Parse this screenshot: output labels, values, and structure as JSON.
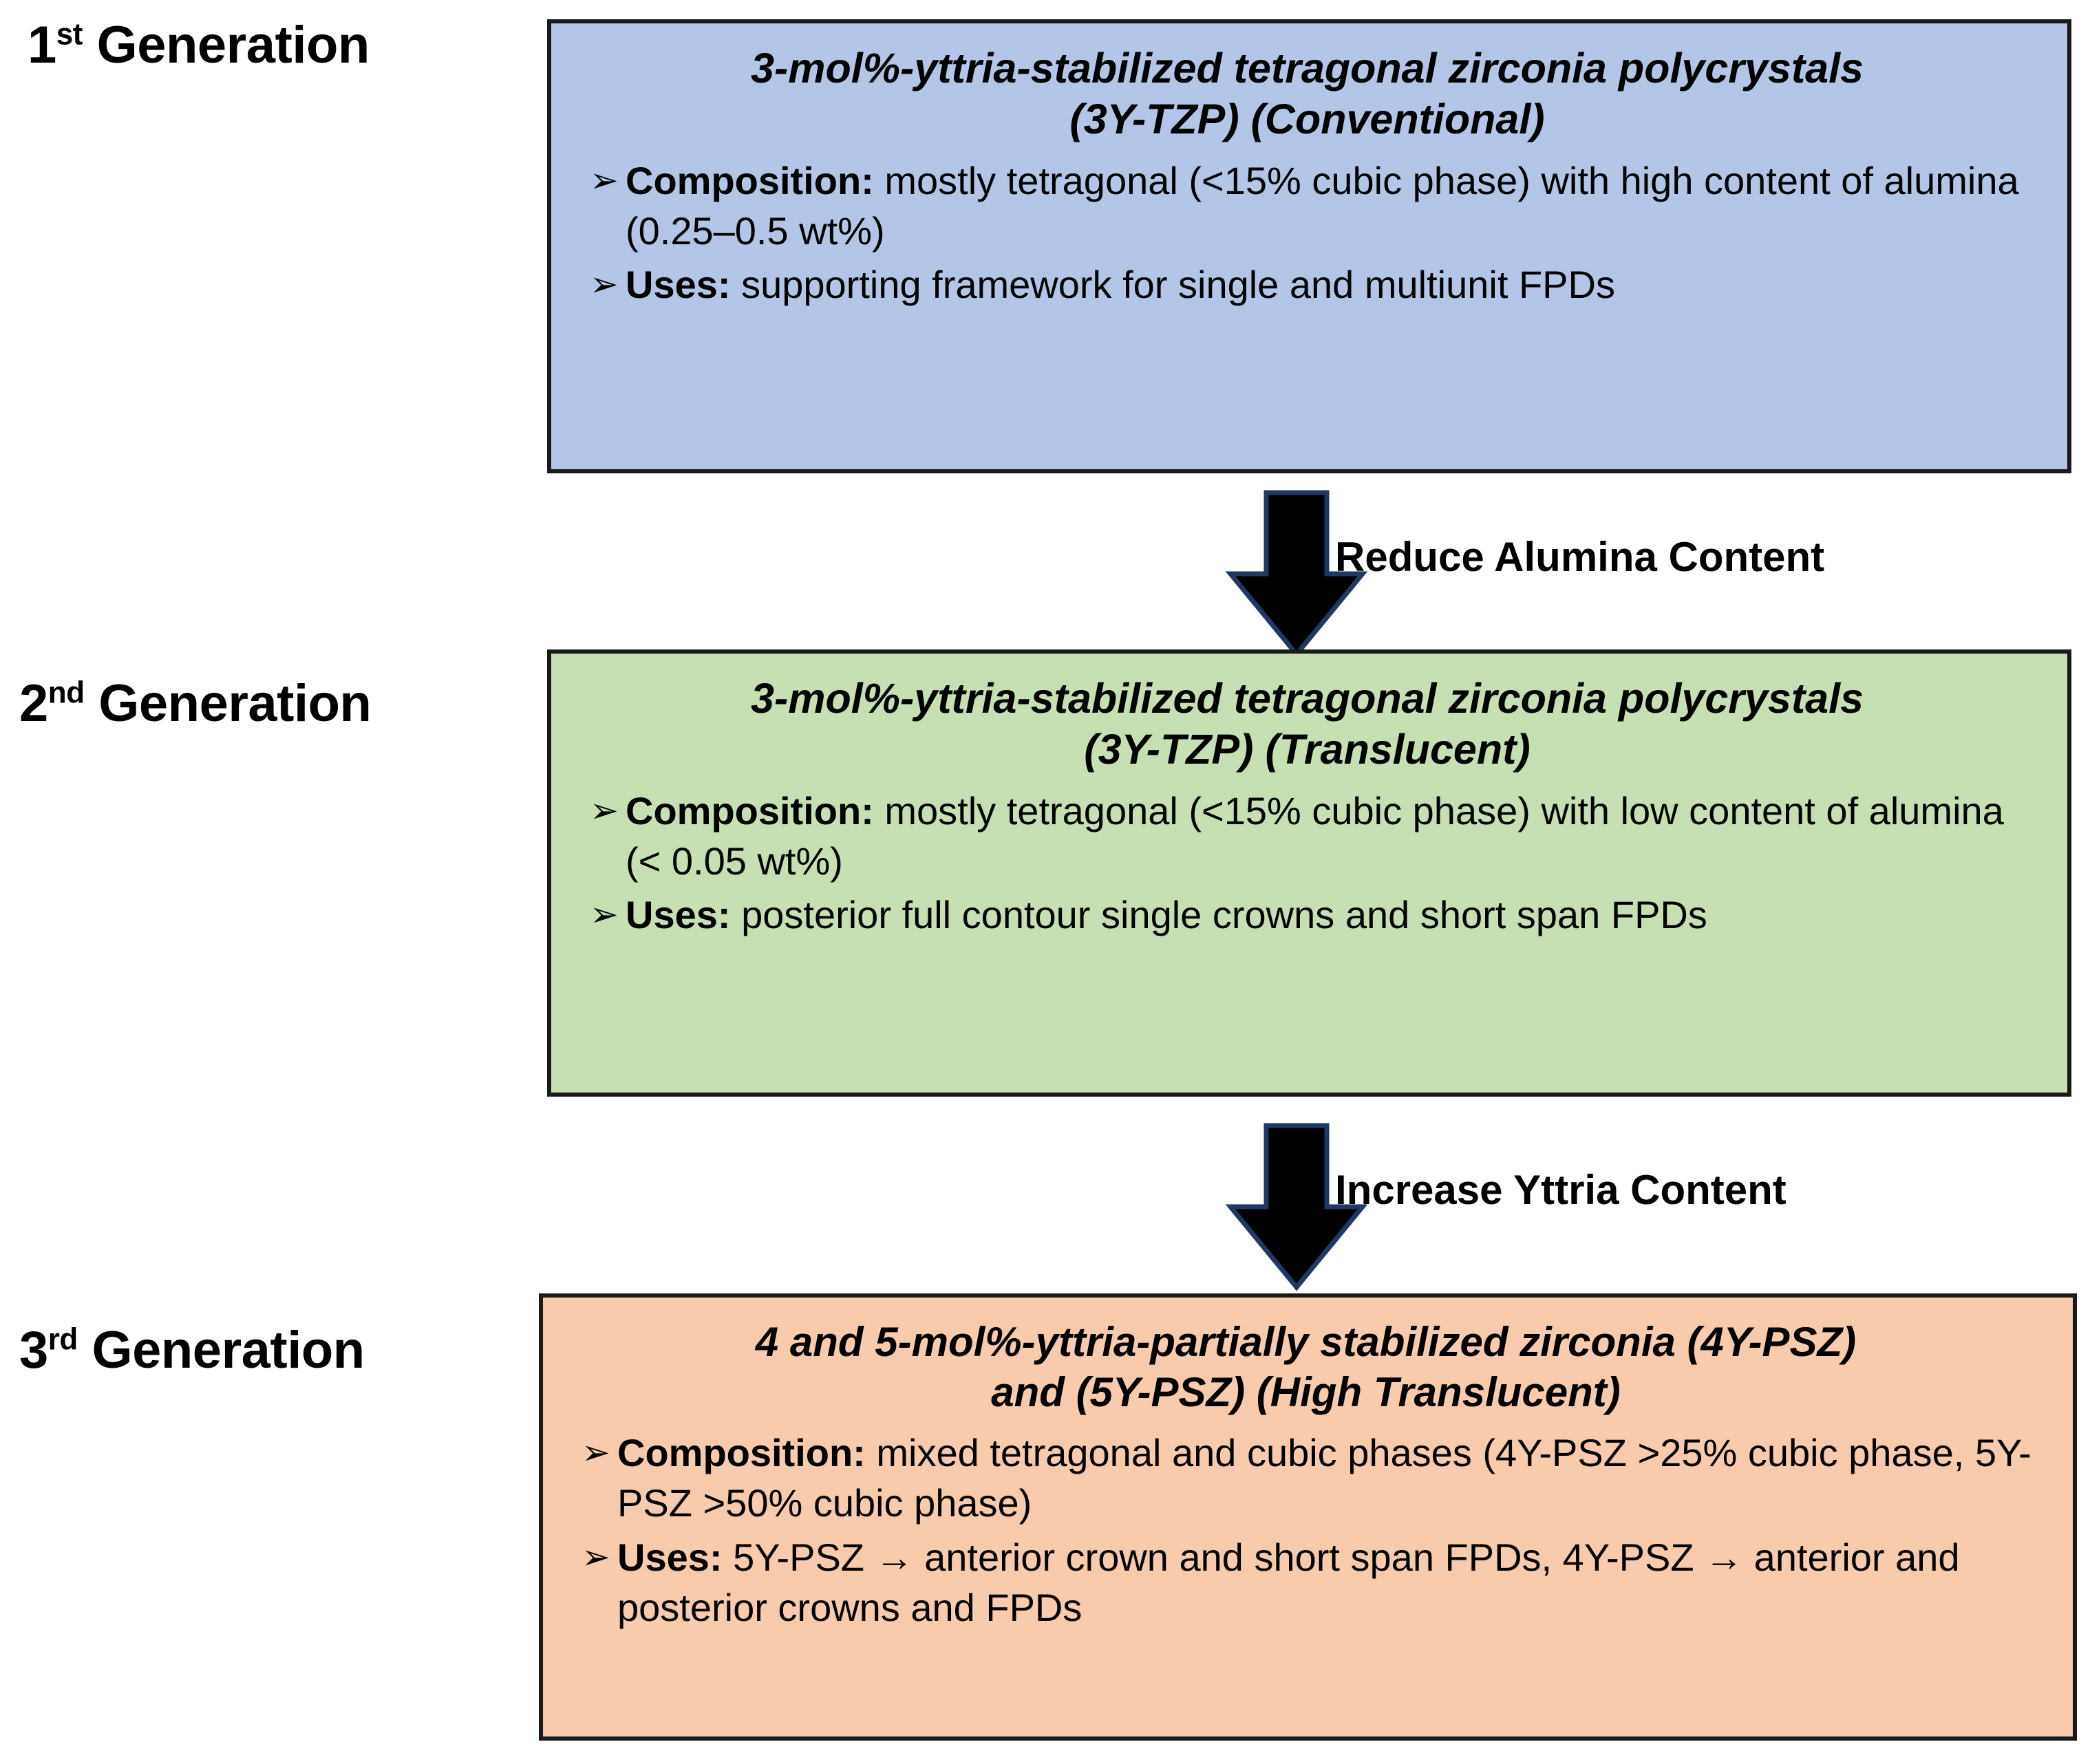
{
  "page": {
    "background": "#ffffff",
    "title": "Generations of dental zirconia"
  },
  "generations": [
    {
      "label_number": "1",
      "label_ordinal": "st",
      "label_rest": " Generation",
      "box_color": "#b3c6e7",
      "title_line1": "3-mol%-yttria-stabilized tetragonal zirconia polycrystals",
      "title_line2": "(3Y-TZP) (Conventional)",
      "bullets": [
        {
          "marker": "➢",
          "label": "Composition:",
          "text": " mostly tetragonal (<15% cubic phase) with high content of alumina (0.25–0.5 wt%)"
        },
        {
          "marker": "➢",
          "label": "Uses:",
          "text": " supporting framework for single and multiunit FPDs"
        }
      ]
    },
    {
      "label_number": "2",
      "label_ordinal": "nd",
      "label_rest": " Generation",
      "box_color": "#c6e0b4",
      "title_line1": "3-mol%-yttria-stabilized tetragonal zirconia polycrystals",
      "title_line2": "(3Y-TZP) (Translucent)",
      "bullets": [
        {
          "marker": "➢",
          "label": "Composition:",
          "text": " mostly tetragonal (<15% cubic phase) with low content of alumina (< 0.05 wt%)"
        },
        {
          "marker": "➢",
          "label": "Uses:",
          "text": " posterior full contour single crowns and short span FPDs"
        }
      ]
    },
    {
      "label_number": "3",
      "label_ordinal": "rd",
      "label_rest": " Generation",
      "box_color": "#f8cbad",
      "title_line1": "4 and 5-mol%-yttria-partially stabilized zirconia (4Y-PSZ)",
      "title_line2": "and (5Y-PSZ) (High Translucent)",
      "bullets": [
        {
          "marker": "➢",
          "label": "Composition:",
          "text": " mixed tetragonal and cubic phases (4Y-PSZ >25% cubic phase, 5Y-PSZ >50% cubic phase)"
        },
        {
          "marker": "➢",
          "label": "Uses:",
          "text": " 5Y-PSZ → anterior crown and short span FPDs, 4Y-PSZ → anterior and posterior crowns and FPDs"
        }
      ]
    }
  ],
  "arrows": [
    {
      "icon": "arrow-down-icon",
      "caption": "Reduce Alumina Content",
      "color": "#000000",
      "outline": "#1f3864"
    },
    {
      "icon": "arrow-down-icon",
      "caption": "Increase Yttria Content",
      "color": "#000000",
      "outline": "#1f3864"
    }
  ]
}
